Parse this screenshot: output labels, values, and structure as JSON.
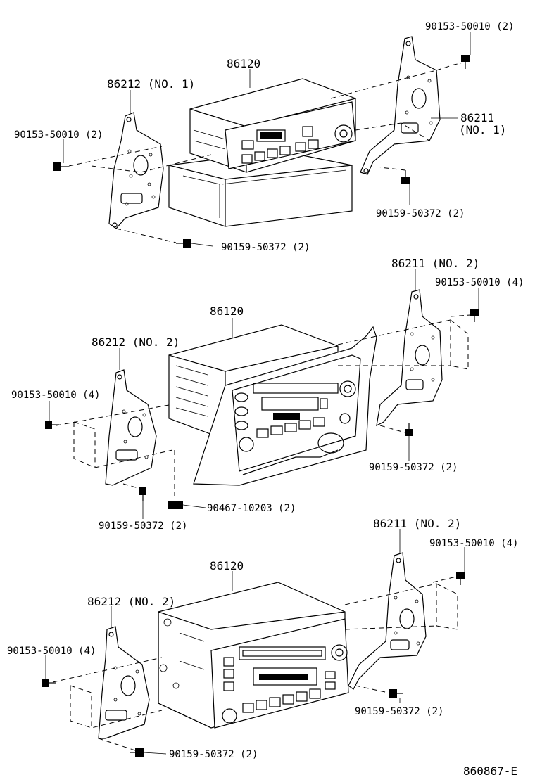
{
  "diagram": {
    "groups": [
      {
        "id": "top",
        "labels": {
          "unit": "86120",
          "left_bracket": "86212 (NO. 1)",
          "right_bracket_a": "86211",
          "right_bracket_b": "(NO. 1)",
          "screw_left_top": "90153-50010 (2)",
          "screw_right_top": "90153-50010 (2)",
          "screw_left_bottom": "90159-50372 (2)",
          "screw_right_bottom": "90159-50372 (2)"
        }
      },
      {
        "id": "middle",
        "labels": {
          "unit": "86120",
          "left_bracket": "86212 (NO. 2)",
          "right_bracket": "86211 (NO. 2)",
          "screw_left_top": "90153-50010 (4)",
          "screw_right_top": "90153-50010 (4)",
          "screw_left_bottom": "90159-50372 (2)",
          "screw_right_bottom": "90159-50372 (2)",
          "clip": "90467-10203 (2)"
        }
      },
      {
        "id": "bottom",
        "labels": {
          "unit": "86120",
          "left_bracket": "86212 (NO. 2)",
          "right_bracket": "86211 (NO. 2)",
          "screw_left_top": "90153-50010 (4)",
          "screw_right_top": "90153-50010 (4)",
          "screw_left_bottom": "90159-50372 (2)",
          "screw_right_bottom": "90159-50372 (2)"
        }
      }
    ],
    "figure_code": "860867-E"
  }
}
